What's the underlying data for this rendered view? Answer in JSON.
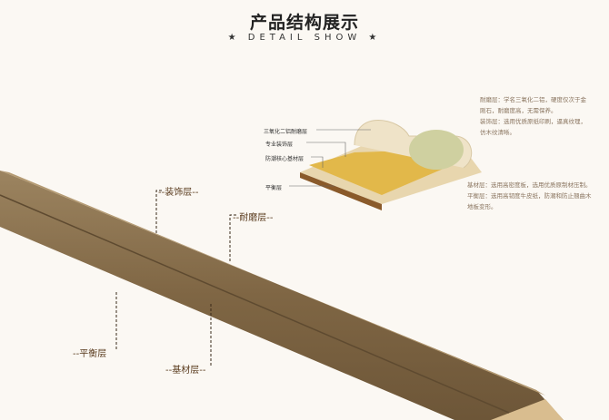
{
  "header": {
    "title": "产品结构展示",
    "subtitle": "★ DETAIL SHOW ★"
  },
  "diagram_labels": [
    "三氧化二铝耐磨层",
    "专业装饰层",
    "防潮核心基材层",
    "平衡层"
  ],
  "notes": {
    "top": [
      "耐磨层：学名三氧化二铝，硬度仅次于金",
      "刚石，耐磨度高，无需保养。",
      "装饰层：选用优质原纸印刷，逼真纹理，",
      "仿木纹清晰。"
    ],
    "bottom": [
      "基材层：选用高密度板，选用优质原制材压制。",
      "平衡层：选用高韧度牛皮纸，防潮和防止翘曲木",
      "地板变形。"
    ]
  },
  "plank_labels": {
    "decor": "--装饰层--",
    "wear": "--耐磨层--",
    "balance": "--平衡层",
    "base": "--基材层--"
  }
}
